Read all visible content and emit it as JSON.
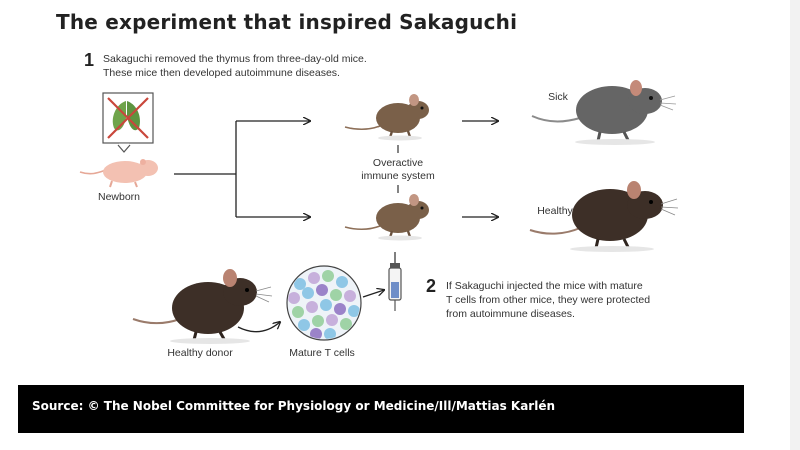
{
  "title": "The experiment that inspired Sakaguchi",
  "step1": {
    "number": "1",
    "line1": "Sakaguchi removed the thymus from three-day-old mice.",
    "line2": "These mice then developed autoimmune diseases."
  },
  "step2": {
    "number": "2",
    "line1": "If Sakaguchi injected the mice with mature",
    "line2": "T cells from other mice, they were protected",
    "line3": "from autoimmune diseases."
  },
  "labels": {
    "newborn": "Newborn",
    "overactive_line1": "Overactive",
    "overactive_line2": "immune system",
    "sick": "Sick",
    "healthy": "Healthy",
    "healthy_donor": "Healthy donor",
    "mature_t_cells": "Mature T cells"
  },
  "source": "Source: © The Nobel Committee for Physiology or Medicine/Ill/Mattias Karlén",
  "icons": [
    "thymus-crossed-icon",
    "newborn-mouse-icon",
    "mouse-icon",
    "sick-mouse-icon",
    "healthy-mouse-icon",
    "donor-mouse-icon",
    "t-cells-circle-icon",
    "syringe-icon",
    "arrow-icon"
  ],
  "colors": {
    "thymus_green": "#6fa44a",
    "cross_red": "#c9473b",
    "newborn_pink": "#f3c1b2",
    "young_mouse_brown": "#7a6049",
    "sick_mouse_grey": "#656565",
    "healthy_mouse_dark": "#3d2f27",
    "source_bar": "#000000"
  }
}
